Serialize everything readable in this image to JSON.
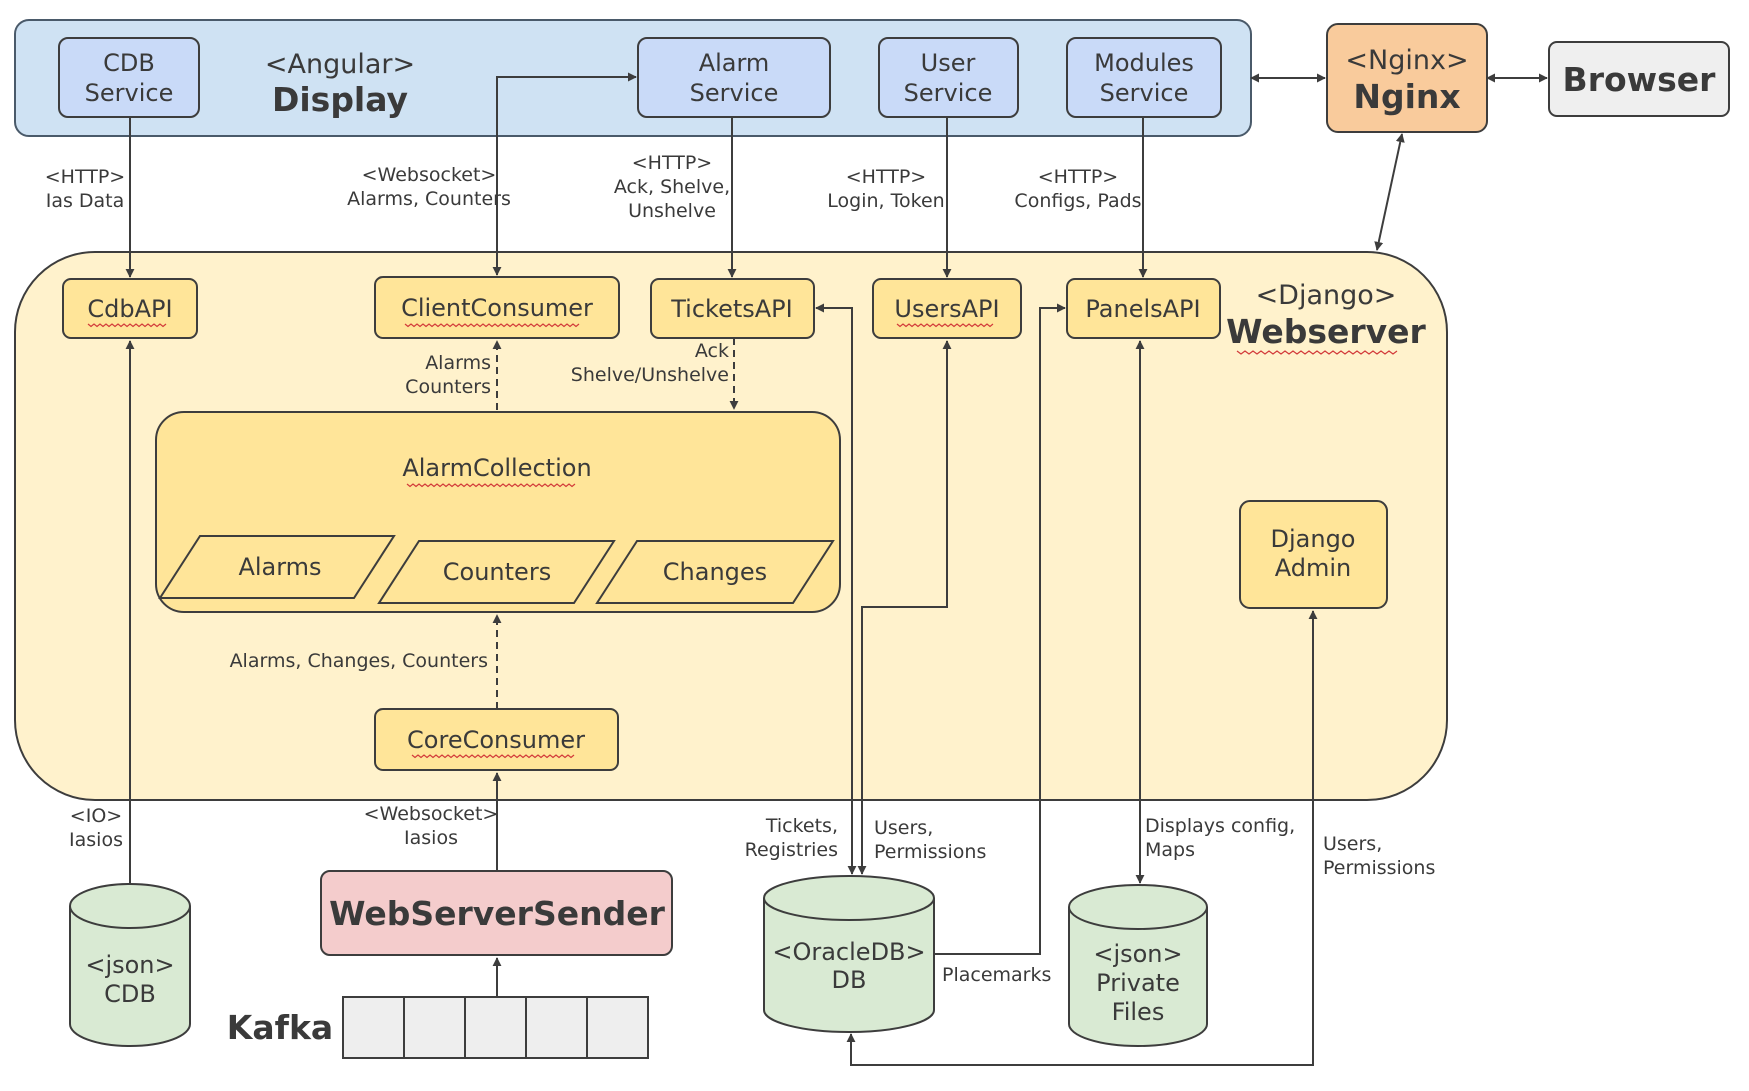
{
  "nodes": {
    "display_group": {
      "tag": "<Angular>",
      "title": "Display"
    },
    "cdb_service": {
      "line1": "CDB",
      "line2": "Service"
    },
    "alarm_service": {
      "line1": "Alarm",
      "line2": "Service"
    },
    "user_service": {
      "line1": "User",
      "line2": "Service"
    },
    "modules_service": {
      "line1": "Modules",
      "line2": "Service"
    },
    "nginx": {
      "tag": "<Nginx>",
      "title": "Nginx"
    },
    "browser": {
      "title": "Browser"
    },
    "webserver_group": {
      "tag": "<Django>",
      "title": "Webserver"
    },
    "cdb_api": {
      "label": "CdbAPI"
    },
    "client_consumer": {
      "label": "ClientConsumer"
    },
    "tickets_api": {
      "label": "TicketsAPI"
    },
    "users_api": {
      "label": "UsersAPI"
    },
    "panels_api": {
      "label": "PanelsAPI"
    },
    "alarm_collection": {
      "label": "AlarmCollection"
    },
    "alarms": {
      "label": "Alarms"
    },
    "counters": {
      "label": "Counters"
    },
    "changes": {
      "label": "Changes"
    },
    "django_admin": {
      "line1": "Django",
      "line2": "Admin"
    },
    "core_consumer": {
      "label": "CoreConsumer"
    },
    "web_server_sender": {
      "label": "WebServerSender"
    },
    "kafka": {
      "label": "Kafka"
    },
    "cdb_json": {
      "line1": "<json>",
      "line2": "CDB"
    },
    "oracle_db": {
      "line1": "<OracleDB>",
      "line2": "DB"
    },
    "private_files": {
      "line1": "<json>",
      "line2": "Private",
      "line3": "Files"
    }
  },
  "edges": {
    "cdb_http": {
      "line1": "<HTTP>",
      "line2": "Ias Data"
    },
    "client_ws": {
      "line1": "<Websocket>",
      "line2": "Alarms, Counters"
    },
    "tickets_http": {
      "line1": "<HTTP>",
      "line2": "Ack, Shelve,",
      "line3": "Unshelve"
    },
    "users_http": {
      "line1": "<HTTP>",
      "line2": "Login, Token"
    },
    "panels_http": {
      "line1": "<HTTP>",
      "line2": "Configs, Pads"
    },
    "collection_to_client": {
      "line1": "Alarms",
      "line2": "Counters"
    },
    "tickets_to_collection": {
      "line1": "Ack",
      "line2": "Shelve/Unshelve"
    },
    "core_to_collection": {
      "line1": "Alarms, Changes, Counters"
    },
    "cdb_io": {
      "line1": "<IO>",
      "line2": "Iasios"
    },
    "sender_ws": {
      "line1": "<Websocket>",
      "line2": "Iasios"
    },
    "tickets_db": {
      "line1": "Tickets,",
      "line2": "Registries"
    },
    "users_db": {
      "line1": "Users,",
      "line2": "Permissions"
    },
    "placemarks": {
      "line1": "Placemarks"
    },
    "displays_config": {
      "line1": "Displays config,",
      "line2": "Maps"
    },
    "admin_db": {
      "line1": "Users,",
      "line2": "Permissions"
    }
  },
  "colors": {
    "angular_fill": "#cfe2f3",
    "service_fill": "#c9daf8",
    "django_fill": "#fff2cc",
    "component_fill": "#ffe599",
    "nginx_fill": "#f9cb9c",
    "browser_fill": "#efefef",
    "sender_fill": "#f4cccc",
    "storage_fill": "#d9ead3",
    "kafka_fill": "#eeeeee",
    "stroke": "#3d3d3d"
  }
}
